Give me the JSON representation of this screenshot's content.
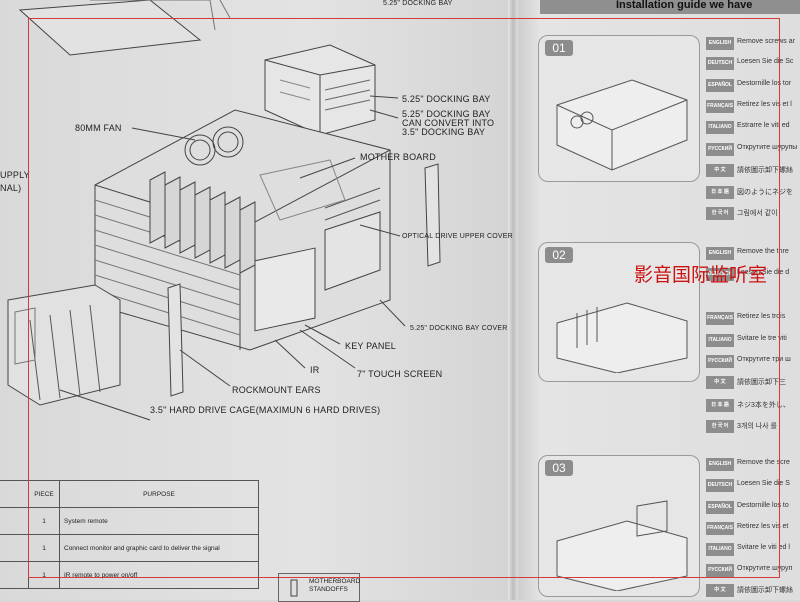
{
  "header": {
    "title": "Installation guide we have"
  },
  "diagram_labels": {
    "docking_bay_top": "5.25\" DOCKING BAY",
    "docking_bay": "5.25\" DOCKING BAY",
    "docking_bay_convert_1": "5.25\" DOCKING BAY",
    "docking_bay_convert_2": "CAN CONVERT INTO",
    "docking_bay_convert_3": "3.5\" DOCKING BAY",
    "fan": "80MM FAN",
    "supply_1": "UPPLY",
    "supply_2": "NAL)",
    "mother_board": "MOTHER BOARD",
    "optical_drive": "OPTICAL DRIVE UPPER COVER",
    "bay_cover": "5.25\" DOCKING BAY COVER",
    "touch_screen": "7\" TOUCH SCREEN",
    "key_panel": "KEY PANEL",
    "ir": "IR",
    "rockmount": "ROCKMOUNT EARS",
    "hdd_cage": "3.5\" HARD DRIVE CAGE(MAXIMUN 6 HARD DRIVES)"
  },
  "parts_table": {
    "headers": {
      "piece": "PIECE",
      "purpose": "PURPOSE"
    },
    "rows": [
      {
        "piece": "1",
        "purpose": "System remote"
      },
      {
        "piece": "1",
        "purpose": "Connect monitor and graphic card to deliver the signal"
      },
      {
        "piece": "1",
        "purpose": "IR remote to power on/off"
      }
    ]
  },
  "motherboard_card": {
    "line1": "MOTHERBOARD",
    "line2": "STANDOFFS"
  },
  "steps": [
    {
      "num": "01",
      "rows": [
        {
          "tag": "ENGLISH",
          "text": "Remove screws ar"
        },
        {
          "tag": "DEUTSCH",
          "text": "Loesen Sie die Sc"
        },
        {
          "tag": "ESPAÑOL",
          "text": "Destornille los tor"
        },
        {
          "tag": "FRANÇAIS",
          "text": "Retirez les vis et l"
        },
        {
          "tag": "ITALIANO",
          "text": "Estrarre le viti ed"
        },
        {
          "tag": "РУССКИЙ",
          "text": "Открутите шурупы"
        },
        {
          "tag": "中 文",
          "text": "請依圖示卸下螺絲"
        },
        {
          "tag": "日 本 語",
          "text": "図のようにネジを"
        },
        {
          "tag": "한 국 어",
          "text": "그림에서 같이"
        }
      ]
    },
    {
      "num": "02",
      "rows": [
        {
          "tag": "ENGLISH",
          "text": "Remove the thre"
        },
        {
          "tag": "DEUTSCH",
          "text": "Loesen Sie die d"
        },
        {
          "tag": "FRANÇAIS",
          "text": "Retirez les trois"
        },
        {
          "tag": "ITALIANO",
          "text": "Svitare le tre viti"
        },
        {
          "tag": "РУССКИЙ",
          "text": "Открутите три ш"
        },
        {
          "tag": "中 文",
          "text": "請依圖示卸下三"
        },
        {
          "tag": "日 本 語",
          "text": "ネジ3本を外し、"
        },
        {
          "tag": "한 국 어",
          "text": "3개의 나사 를"
        }
      ]
    },
    {
      "num": "03",
      "rows": [
        {
          "tag": "ENGLISH",
          "text": "Remove the scre"
        },
        {
          "tag": "DEUTSCH",
          "text": "Loesen Sie die S"
        },
        {
          "tag": "ESPAÑOL",
          "text": "Destornille los to"
        },
        {
          "tag": "FRANÇAIS",
          "text": "Retirez les vis et"
        },
        {
          "tag": "ITALIANO",
          "text": "Svitare le viti ed l"
        },
        {
          "tag": "РУССКИЙ",
          "text": "Открутите шуруп"
        },
        {
          "tag": "中 文",
          "text": "請依圖示卸下螺絲"
        }
      ]
    }
  ],
  "watermark": "影音国际监听室",
  "colors": {
    "frame": "#d33a3a",
    "watermark": "#cc1111",
    "lang_tag": "#8d8d8d"
  }
}
